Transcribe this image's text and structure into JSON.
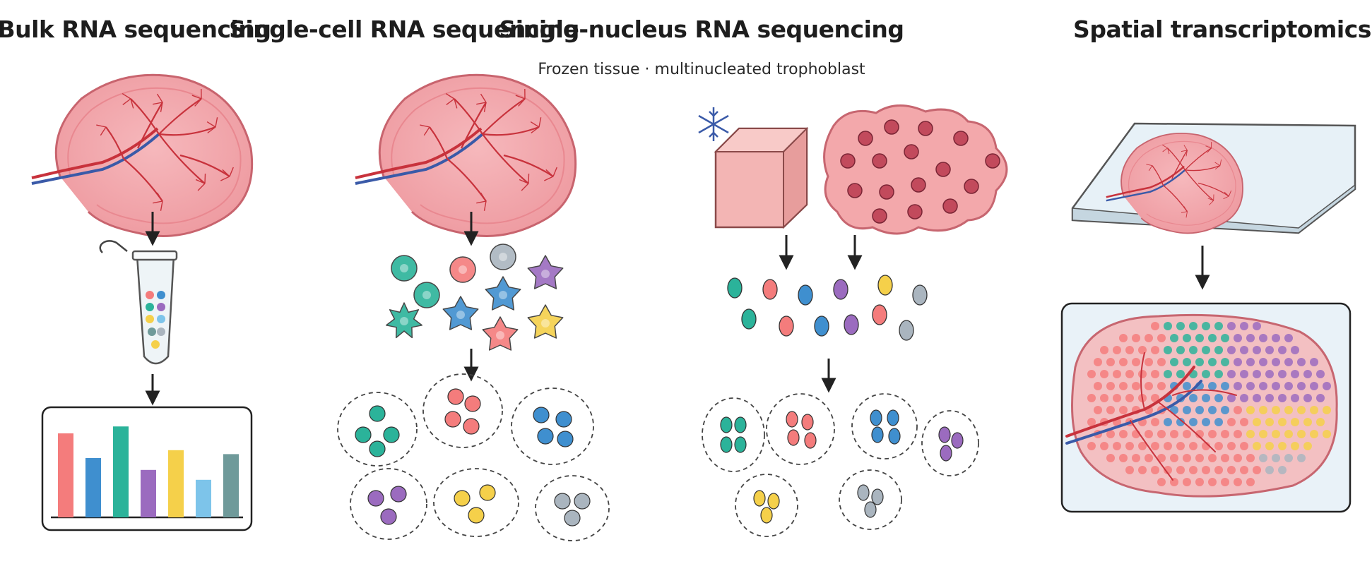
{
  "panels": [
    {
      "title": "Bulk RNA sequencing",
      "subtitle": ""
    },
    {
      "title": "Single-cell RNA sequencing",
      "subtitle": ""
    },
    {
      "title": "Single-nucleus RNA sequencing",
      "subtitle": "Frozen tissue · multinucleated trophoblast"
    },
    {
      "title": "Spatial transcriptomics",
      "subtitle": ""
    }
  ],
  "icons": {
    "organ": "placenta-illustration",
    "tube": "sample-tube-icon",
    "chart": "bulk-expression-bar-chart",
    "snowflake": "snowflake-icon",
    "slide": "tissue-slide-illustration"
  },
  "colors": {
    "tissue": "#f2a5aa",
    "tissue_edge": "#c8646e",
    "artery": "#c8323c",
    "vein": "#3a5aa8",
    "palette": [
      "#f47c7c",
      "#3f8fcf",
      "#2bb39a",
      "#9b6bbf",
      "#f5d04a",
      "#7dc4ea",
      "#6f9a9a",
      "#aab5bf"
    ]
  },
  "bulk_chart_levels": [
    0.85,
    0.6,
    0.92,
    0.48,
    0.68,
    0.38,
    0.64
  ]
}
